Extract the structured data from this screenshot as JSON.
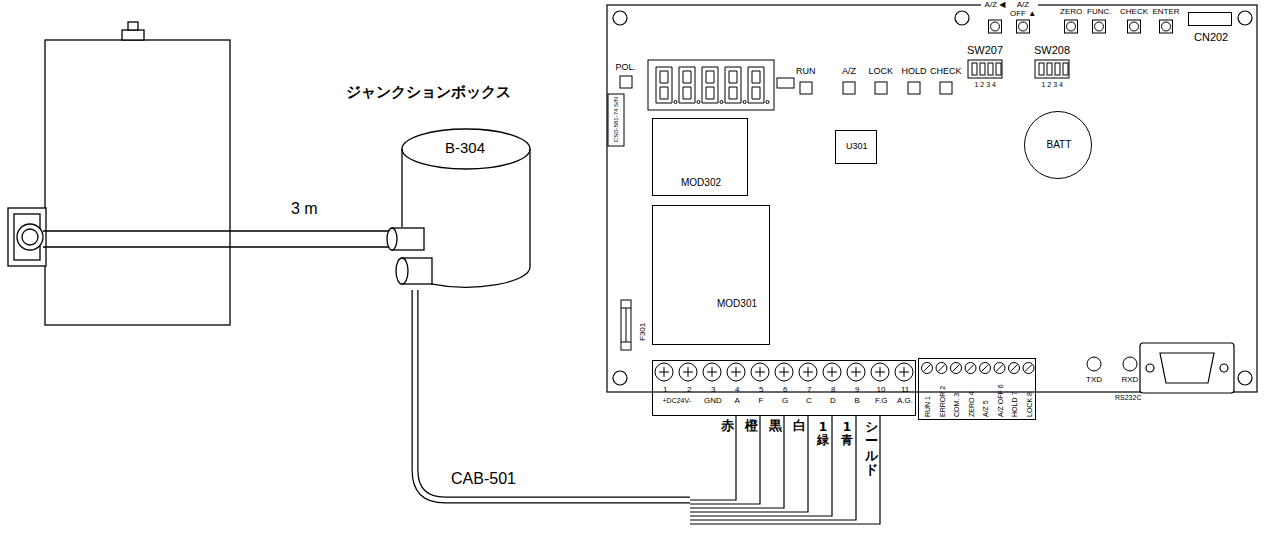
{
  "diagram": {
    "nodes": [
      {
        "text": [
          "ジャンクションボックス",
          "B-304"
        ]
      },
      {
        "text": [
          "MOD302"
        ]
      },
      {
        "text": [
          "U301"
        ]
      },
      {
        "text": [
          "MOD301"
        ]
      },
      {
        "text": [
          "BATT"
        ]
      },
      {
        "text": [
          "CN202"
        ]
      },
      {
        "text": [
          "1",
          "+DC24V-",
          "2",
          "3",
          "GND",
          "4",
          "A",
          "5",
          "F",
          "6",
          "G",
          "7",
          "C",
          "8",
          "D",
          "9",
          "B",
          "10",
          "F.G",
          "11",
          "A.G."
        ]
      },
      {
        "text": [
          "RUN 1",
          "ERROR 2",
          "COM. 3",
          "ZERO 4",
          "A/Z 5",
          "A/Z OFF 6",
          "HOLD 7",
          "LOCK 8"
        ]
      }
    ],
    "edges": [
      {
        "from": 0,
        "to": 6,
        "label": "CAB-501",
        "arrow": "none"
      }
    ],
    "labels": [
      "3 m",
      "CSD-581-74 S/N",
      "POL.",
      "RUN",
      "A/Z",
      "LOCK",
      "HOLD",
      "CHECK",
      "A/Z ◀",
      "A/Z OFF ▲",
      "ZERO",
      "FUNC.",
      "CHECK",
      "ENTER",
      "SW207",
      "1 2 3 4",
      "SW208",
      "1 2 3 4",
      "F301",
      "TXD",
      "RXD",
      "RS232C",
      "赤",
      "橙",
      "黒",
      "白",
      "1緑",
      "1青",
      "シールド"
    ]
  }
}
